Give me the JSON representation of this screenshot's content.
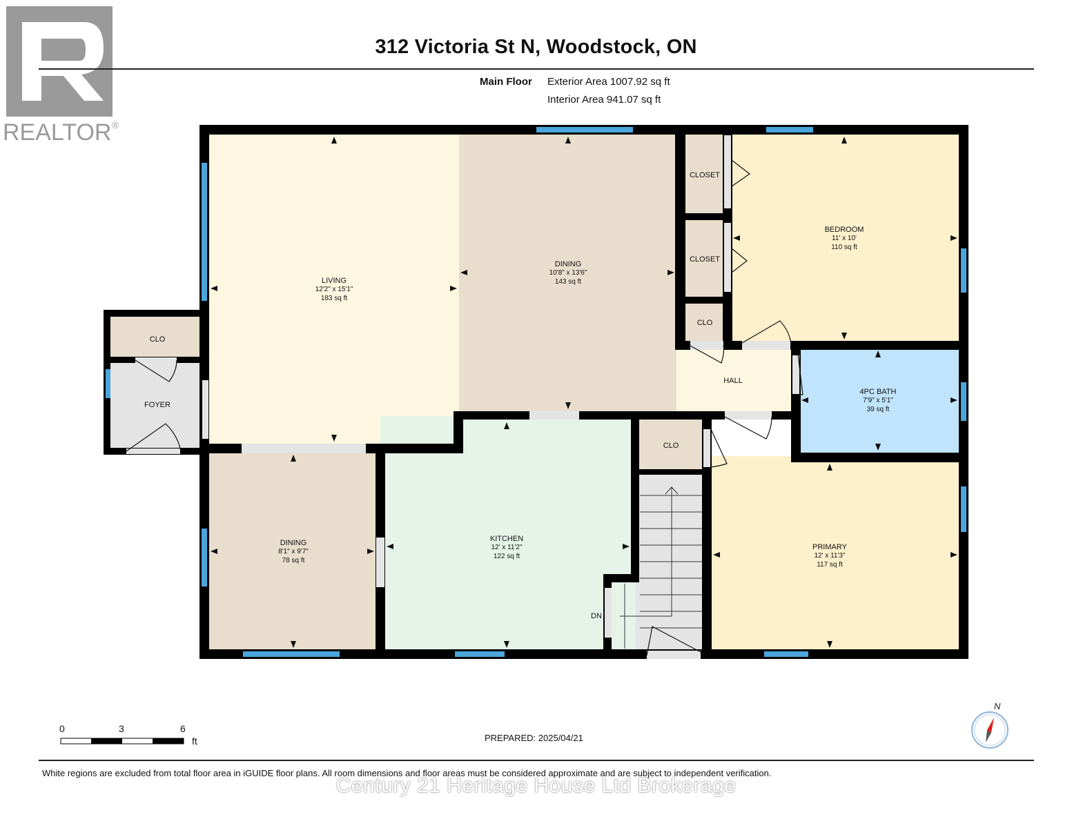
{
  "header": {
    "address": "312 Victoria St N, Woodstock, ON",
    "floor_label": "Main Floor",
    "exterior_area": "Exterior Area 1007.92 sq ft",
    "interior_area": "Interior Area 941.07 sq ft"
  },
  "logo": {
    "text": "REALTOR",
    "reg_mark": "®",
    "color": "#9a9a9a"
  },
  "rooms": {
    "living": {
      "name": "LIVING",
      "dims": "12'2\" x 15'1\"",
      "area": "183 sq ft",
      "color": "#fdf7e1"
    },
    "dining_upper": {
      "name": "DINING",
      "dims": "10'8\" x 13'6\"",
      "area": "143 sq ft",
      "color": "#e9ddcd"
    },
    "bedroom": {
      "name": "BEDROOM",
      "dims": "11' x 10'",
      "area": "110 sq ft",
      "color": "#fdf0cc"
    },
    "closet_1": {
      "name": "CLOSET"
    },
    "closet_2": {
      "name": "CLOSET"
    },
    "clo_hall": {
      "name": "CLO"
    },
    "hall": {
      "name": "HALL"
    },
    "bath": {
      "name": "4PC BATH",
      "dims": "7'9\" x 5'1\"",
      "area": "39 sq ft",
      "color": "#bfe4fb"
    },
    "clo_foyer": {
      "name": "CLO"
    },
    "foyer": {
      "name": "FOYER",
      "color": "#e4e4e4"
    },
    "dining_lower": {
      "name": "DINING",
      "dims": "8'1\" x 9'7\"",
      "area": "78 sq ft",
      "color": "#e9ddcd"
    },
    "kitchen": {
      "name": "KITCHEN",
      "dims": "12' x 11'2\"",
      "area": "122 sq ft",
      "color": "#e5f3e9"
    },
    "clo_stair": {
      "name": "CLO"
    },
    "primary": {
      "name": "PRIMARY",
      "dims": "12' x 11'3\"",
      "area": "117 sq ft",
      "color": "#fdf0cc"
    },
    "stairs": {
      "label": "DN"
    }
  },
  "colors": {
    "wall": "#000000",
    "window": "#4aa6dc",
    "closet": "#e9ddcd"
  },
  "scale_bar": {
    "label_0": "0",
    "label_3": "3",
    "label_6": "6",
    "unit": "ft"
  },
  "compass": {
    "label": "N"
  },
  "footer": {
    "prepared": "PREPARED: 2025/04/21",
    "disclaimer": "White regions are excluded from total floor area in iGUIDE floor plans. All room dimensions and floor areas must be considered approximate and are subject to independent verification.",
    "watermark": "Century 21 Heritage House Ltd Brokerage"
  }
}
